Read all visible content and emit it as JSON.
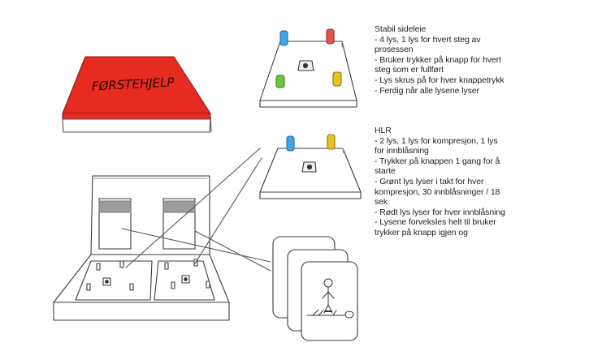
{
  "kit_label": "FØRSTEHJELP",
  "colors": {
    "kit_red": "#e62b20",
    "light_blue": "#42a6e6",
    "light_red": "#e2544f",
    "light_green": "#6cc93a",
    "light_yellow": "#e8c21f",
    "ink": "#3a3a3a"
  },
  "notes": {
    "stabil_sideleie": {
      "lines": [
        "Stabil sideleie",
        "- 4 lys, 1 lys for hvert steg av",
        "prosessen",
        "- Bruker trykker på knapp for hvert",
        "steg som er fullført",
        "- Lys skrus på for hver knappetrykk",
        "- Ferdig når alle lysene lyser"
      ]
    },
    "hlr": {
      "lines": [
        "HLR",
        "- 2 lys, 1 lys for kompresjon, 1 lys",
        "for innblåsning",
        "- Trykker på knappen 1 gang for å",
        "starte",
        "- Grønt lys lyser i takt for hver",
        "kompresjon, 30 innblåsninger / 18",
        "sek",
        "- Rødt lys lyser for hver innblåsning",
        "- Lysene forveksles helt til bruker",
        "trykker på knapp igjen og"
      ]
    }
  }
}
